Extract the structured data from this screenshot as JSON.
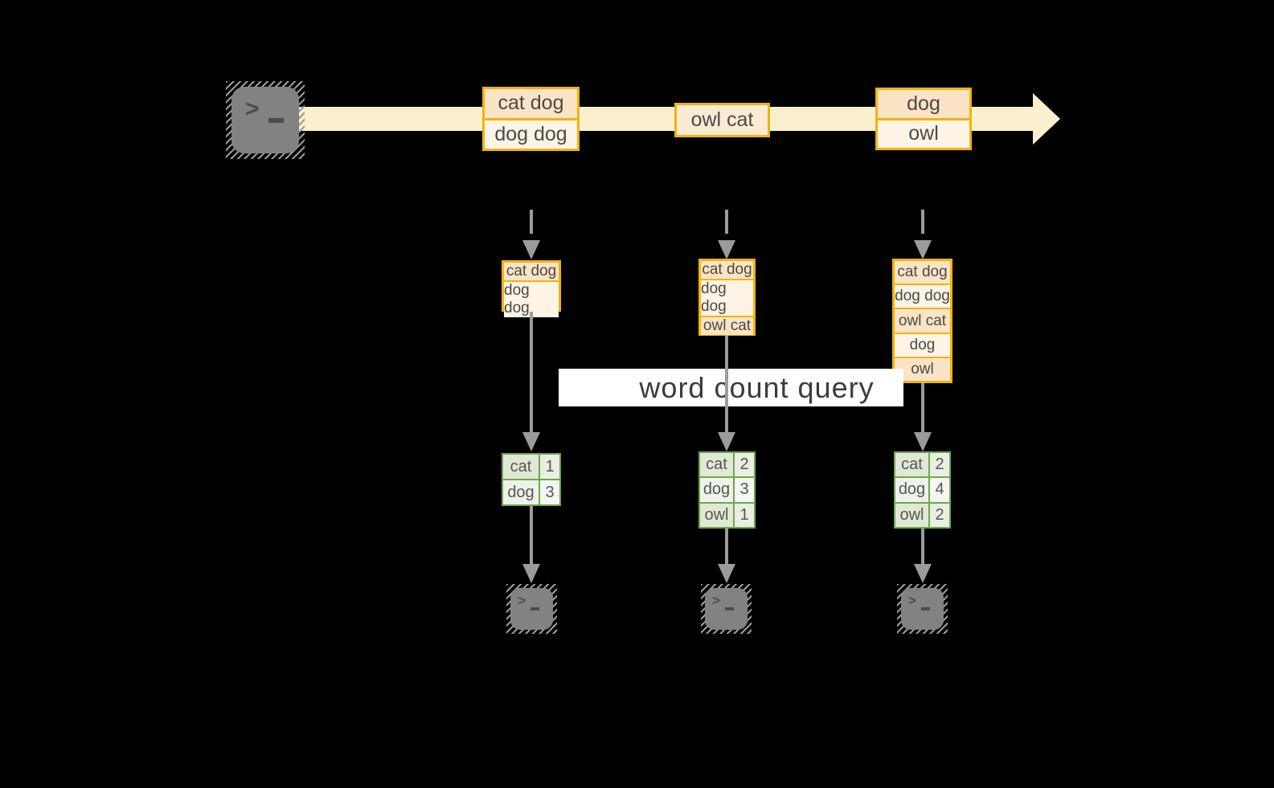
{
  "query": {
    "label": "word count query"
  },
  "terminal": {
    "prompt": ">"
  },
  "colors": {
    "background": "#000000",
    "stream_band": "#fbf0cd",
    "event_border": "#f1b30e",
    "event_fill_peach": "#fbe3c5",
    "event_fill_cream": "#fdf4e5",
    "event_fill_mid": "#fcebd2",
    "table_border": "#70a64d",
    "table_fill_dark": "#e0e9d6",
    "table_fill_light": "#eef3ea",
    "arrow_gray": "#9b9b9b",
    "label_bg": "#ffffff",
    "terminal_gray": "#828282"
  },
  "stream": {
    "events": [
      {
        "lines": [
          "cat dog",
          "dog dog"
        ]
      },
      {
        "lines": [
          "owl cat"
        ]
      },
      {
        "lines": [
          "dog",
          "owl"
        ]
      }
    ]
  },
  "snapshots": [
    {
      "events": [
        "cat dog",
        "dog dog"
      ],
      "counts": [
        {
          "word": "cat",
          "count": "1"
        },
        {
          "word": "dog",
          "count": "3"
        }
      ]
    },
    {
      "events": [
        "cat dog",
        "dog dog",
        "owl cat"
      ],
      "counts": [
        {
          "word": "cat",
          "count": "2"
        },
        {
          "word": "dog",
          "count": "3"
        },
        {
          "word": "owl",
          "count": "1"
        }
      ]
    },
    {
      "events": [
        "cat dog",
        "dog dog",
        "owl cat",
        "dog",
        "owl"
      ],
      "counts": [
        {
          "word": "cat",
          "count": "2"
        },
        {
          "word": "dog",
          "count": "4"
        },
        {
          "word": "owl",
          "count": "2"
        }
      ]
    }
  ]
}
